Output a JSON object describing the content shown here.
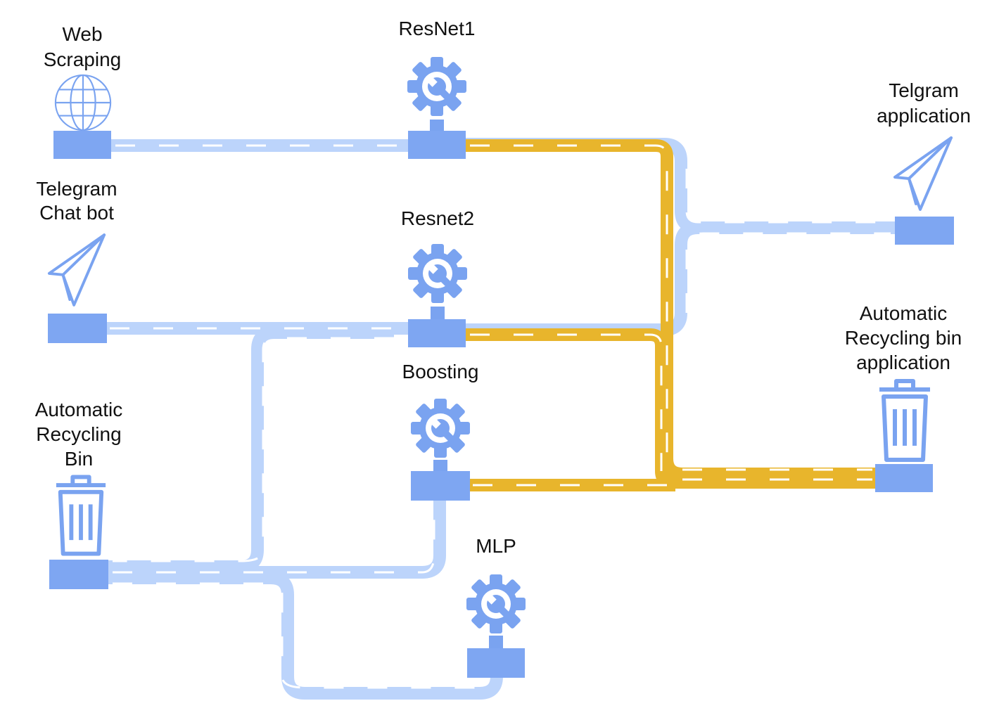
{
  "nodes": {
    "web_scraping": {
      "label_lines": [
        "Web",
        "Scraping"
      ],
      "icon": "globe-icon"
    },
    "telegram_chat_bot": {
      "label_lines": [
        "Telegram",
        "Chat bot"
      ],
      "icon": "telegram-paper-plane-icon"
    },
    "recycling_bin": {
      "label_lines": [
        "Automatic",
        "Recycling",
        "Bin"
      ],
      "icon": "trash-bin-icon"
    },
    "resnet1": {
      "label_lines": [
        "ResNet1"
      ],
      "icon": "gear-wrench-icon"
    },
    "resnet2": {
      "label_lines": [
        "Resnet2"
      ],
      "icon": "gear-wrench-icon"
    },
    "boosting": {
      "label_lines": [
        "Boosting"
      ],
      "icon": "gear-wrench-icon"
    },
    "mlp": {
      "label_lines": [
        "MLP"
      ],
      "icon": "gear-wrench-icon"
    },
    "telegram_app": {
      "label_lines": [
        "Telgram",
        "application"
      ],
      "icon": "telegram-paper-plane-icon"
    },
    "recycling_app": {
      "label_lines": [
        "Automatic",
        "Recycling bin",
        "application"
      ],
      "icon": "trash-bin-icon"
    }
  },
  "colors": {
    "icon_blue": "#7aa3f0",
    "base_blue": "#7ea6f2",
    "road_light": "#bcd4fb",
    "road_gold": "#e8b52c",
    "dash": "#ffffff",
    "text": "#111111"
  }
}
